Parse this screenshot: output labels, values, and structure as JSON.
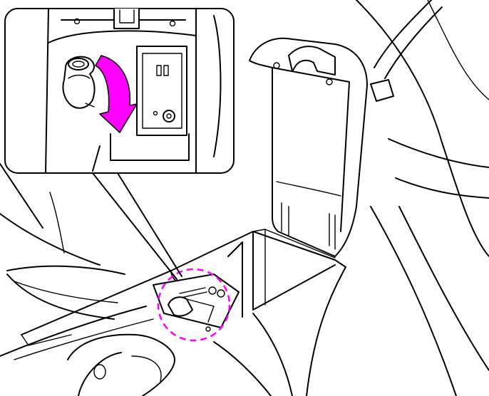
{
  "illustration": {
    "subject": "center-console-armrest-opened-with-accessory-socket",
    "callout": {
      "shows": "power-outlet-cap",
      "arrow_meaning": "rotate-cap-open"
    },
    "colors": {
      "line": "#000000",
      "background": "#ffffff",
      "highlight": "#ff00ff"
    }
  }
}
